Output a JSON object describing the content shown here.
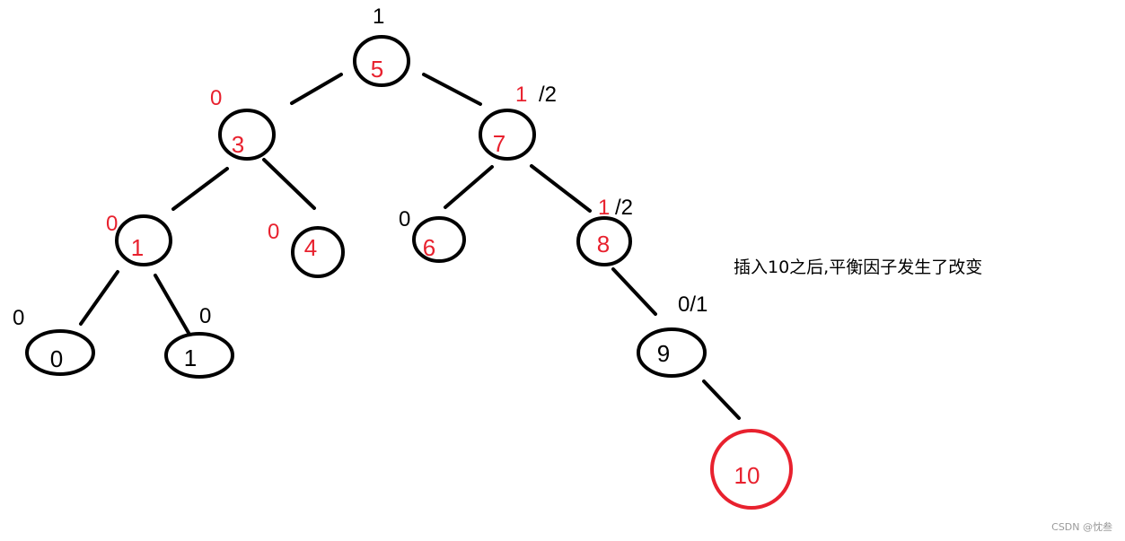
{
  "colors": {
    "ink": "#000000",
    "accent": "#e8212e",
    "watermark": "#9a9a9a"
  },
  "caption": "插入10之后,平衡因子发生了改变",
  "watermark": "CSDN @忱叁",
  "nodes": [
    {
      "id": "n5",
      "label": "5",
      "label_color": "accent",
      "balance": [
        {
          "t": "1",
          "c": "ink"
        }
      ],
      "outline": "ink"
    },
    {
      "id": "n3",
      "label": "3",
      "label_color": "accent",
      "balance": [
        {
          "t": "0",
          "c": "accent"
        }
      ],
      "outline": "ink"
    },
    {
      "id": "n7",
      "label": "7",
      "label_color": "accent",
      "balance": [
        {
          "t": "1",
          "c": "accent"
        },
        {
          "t": "/2",
          "c": "ink"
        }
      ],
      "outline": "ink"
    },
    {
      "id": "n1",
      "label": "1",
      "label_color": "accent",
      "balance": [
        {
          "t": "0",
          "c": "accent"
        }
      ],
      "outline": "ink"
    },
    {
      "id": "n4",
      "label": "4",
      "label_color": "accent",
      "balance": [
        {
          "t": "0",
          "c": "accent"
        }
      ],
      "outline": "ink"
    },
    {
      "id": "n6",
      "label": "6",
      "label_color": "accent",
      "balance": [
        {
          "t": "0",
          "c": "ink"
        }
      ],
      "outline": "ink"
    },
    {
      "id": "n8",
      "label": "8",
      "label_color": "accent",
      "balance": [
        {
          "t": "1",
          "c": "accent"
        },
        {
          "t": "/2",
          "c": "ink"
        }
      ],
      "outline": "ink"
    },
    {
      "id": "n0",
      "label": "0",
      "label_color": "ink",
      "balance": [
        {
          "t": "0",
          "c": "ink"
        }
      ],
      "outline": "ink"
    },
    {
      "id": "n1b",
      "label": "1",
      "label_color": "ink",
      "balance": [
        {
          "t": "0",
          "c": "ink"
        }
      ],
      "outline": "ink"
    },
    {
      "id": "n9",
      "label": "9",
      "label_color": "ink",
      "balance": [
        {
          "t": "0/1",
          "c": "ink"
        }
      ],
      "outline": "ink"
    },
    {
      "id": "n10",
      "label": "10",
      "label_color": "accent",
      "balance": [],
      "outline": "accent"
    }
  ],
  "edges": [
    [
      "n5",
      "n3"
    ],
    [
      "n5",
      "n7"
    ],
    [
      "n3",
      "n1"
    ],
    [
      "n3",
      "n4"
    ],
    [
      "n7",
      "n6"
    ],
    [
      "n7",
      "n8"
    ],
    [
      "n1",
      "n0"
    ],
    [
      "n1",
      "n1b"
    ],
    [
      "n8",
      "n9"
    ],
    [
      "n9",
      "n10"
    ]
  ]
}
